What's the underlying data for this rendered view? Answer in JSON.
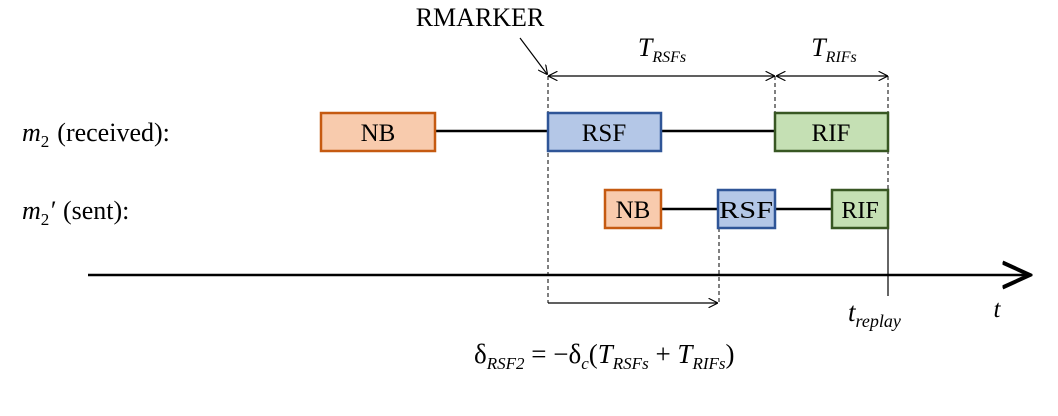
{
  "rmarker_label": "RMARKER",
  "t_rsfs": {
    "main": "T",
    "sub": "RSFs"
  },
  "t_rifs": {
    "main": "T",
    "sub": "RIFs"
  },
  "row_received": {
    "var": "m",
    "sub": "2",
    "text": "(received):"
  },
  "row_sent": {
    "var": "m",
    "sub": "2",
    "prime": "′",
    "text": "(sent):"
  },
  "received_blocks": {
    "nb": "NB",
    "rsf": "RSF",
    "rif": "RIF"
  },
  "sent_blocks": {
    "nb": "NB",
    "rsf": "RSF",
    "rif": "RIF"
  },
  "time_axis_label": "t",
  "t_replay": {
    "main": "t",
    "sub": "replay"
  },
  "formula": {
    "delta": "δ",
    "delta_sub": "RSF2",
    "equals_minus": " = −",
    "delta2": "δ",
    "delta2_sub": "c",
    "open": "(",
    "t1": "T",
    "t1_sub": "RSFs",
    "plus": " + ",
    "t2": "T",
    "t2_sub": "RIFs",
    "close": ")"
  },
  "colors": {
    "nb_fill": "#f8cbad",
    "nb_stroke": "#c55a11",
    "rsf_fill": "#b4c7e7",
    "rsf_stroke": "#2f5597",
    "rif_fill": "#c5e0b4",
    "rif_stroke": "#385723"
  }
}
